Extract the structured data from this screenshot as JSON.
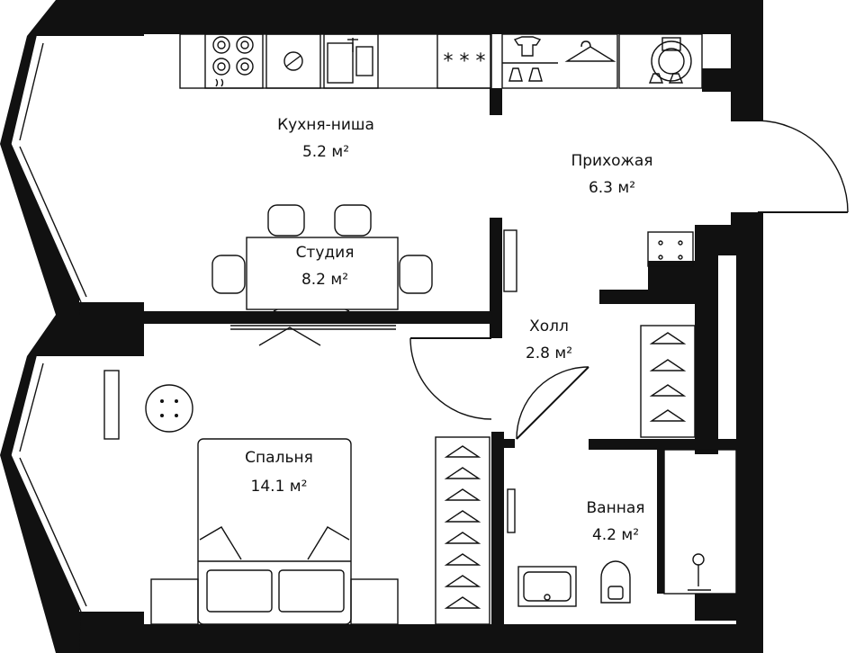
{
  "rooms": [
    {
      "id": "kitchen",
      "name": "Кухня-ниша",
      "area": "5.2 м²"
    },
    {
      "id": "hallway",
      "name": "Прихожая",
      "area": "6.3 м²"
    },
    {
      "id": "studio",
      "name": "Студия",
      "area": "8.2 м²"
    },
    {
      "id": "hall",
      "name": "Холл",
      "area": "2.8 м²"
    },
    {
      "id": "bedroom",
      "name": "Спальня",
      "area": "14.1 м²"
    },
    {
      "id": "bathroom",
      "name": "Ванная",
      "area": "4.2 м²"
    }
  ],
  "colors": {
    "wall": "#111111",
    "background": "#ffffff"
  },
  "icons": [
    "stove-icon",
    "oven-knob-icon",
    "sink-icon",
    "freezer-icon",
    "clothes-icon",
    "hanger-icon",
    "washing-machine-icon",
    "toilet-icon",
    "shower-icon",
    "bed-icon",
    "table-icon",
    "chair-icon",
    "wardrobe-icon",
    "door-icon"
  ]
}
